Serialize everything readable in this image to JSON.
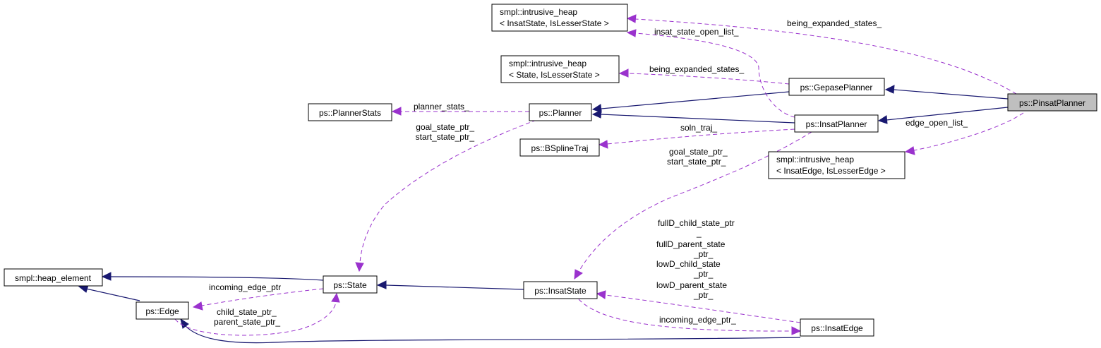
{
  "nodes": {
    "pinsat_planner": "ps::PinsatPlanner",
    "heap_insat_state_l1": "smpl::intrusive_heap",
    "heap_insat_state_l2": "< InsatState, IsLesserState >",
    "heap_state_l1": "smpl::intrusive_heap",
    "heap_state_l2": "< State, IsLesserState >",
    "gepase_planner": "ps::GepasePlanner",
    "planner_stats": "ps::PlannerStats",
    "planner": "ps::Planner",
    "insat_planner": "ps::InsatPlanner",
    "bspline_traj": "ps::BSplineTraj",
    "heap_insat_edge_l1": "smpl::intrusive_heap",
    "heap_insat_edge_l2": "< InsatEdge, IsLesserEdge >",
    "heap_element": "smpl::heap_element",
    "state": "ps::State",
    "insat_state": "ps::InsatState",
    "edge": "ps::Edge",
    "insat_edge": "ps::InsatEdge"
  },
  "edge_labels": {
    "being_expanded_pinsat": "being_expanded_states_",
    "insat_state_open_list": "insat_state_open_list_",
    "being_expanded_gepase": "being_expanded_states_",
    "planner_stats": "planner_stats_",
    "goal_state_ptr_planner": "goal_state_ptr_",
    "start_state_ptr_planner": "start_state_ptr_",
    "soln_traj": "soln_traj_",
    "edge_open_list": "edge_open_list_",
    "goal_state_ptr_insat": "goal_state_ptr_",
    "start_state_ptr_insat": "start_state_ptr_",
    "fullD_child_1": "fullD_child_state_ptr",
    "fullD_child_2": "_",
    "fullD_parent_1": "fullD_parent_state",
    "fullD_parent_2": "_ptr_",
    "lowD_child_1": "lowD_child_state",
    "lowD_child_2": "_ptr_",
    "lowD_parent_1": "lowD_parent_state",
    "lowD_parent_2": "_ptr_",
    "incoming_edge_ptr_state": "incoming_edge_ptr",
    "child_state_ptr": "child_state_ptr_",
    "parent_state_ptr": "parent_state_ptr_",
    "incoming_edge_ptr_insat": "incoming_edge_ptr_"
  },
  "colors": {
    "inheritance_edge": "#191970",
    "usage_edge": "#9a32cd",
    "current_node_fill": "#bfbfbf"
  }
}
